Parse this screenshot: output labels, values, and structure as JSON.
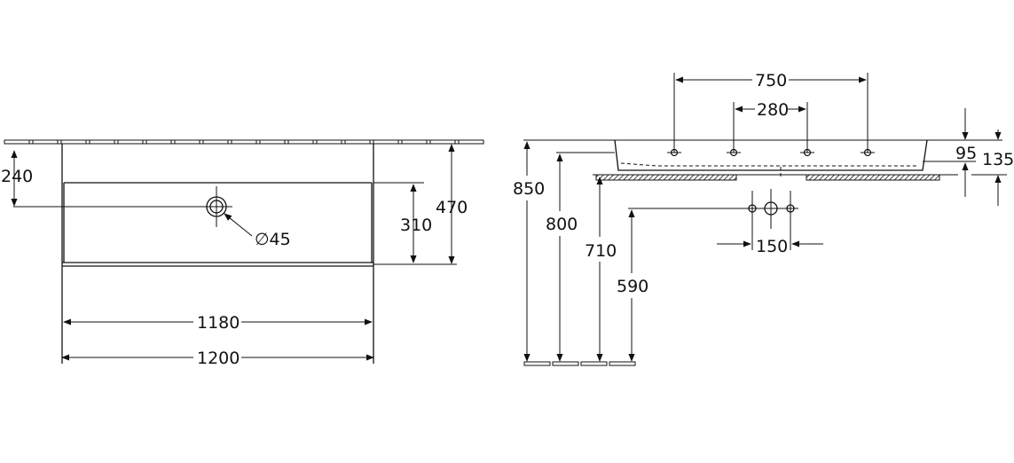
{
  "front_view": {
    "basin_depth_label": "240",
    "inner_height_label": "310",
    "outer_height_label": "470",
    "drain_diameter_label": "∅45",
    "inner_width_label": "1180",
    "outer_width_label": "1200"
  },
  "side_view": {
    "tap_outer_spacing_label": "750",
    "tap_inner_spacing_label": "280",
    "rim_thickness_label": "95",
    "basin_height_label": "135",
    "floor_to_top_label": "850",
    "floor_to_rim_label": "800",
    "floor_to_underside_label": "710",
    "floor_to_waste_label": "590",
    "waste_spacing_label": "150"
  }
}
